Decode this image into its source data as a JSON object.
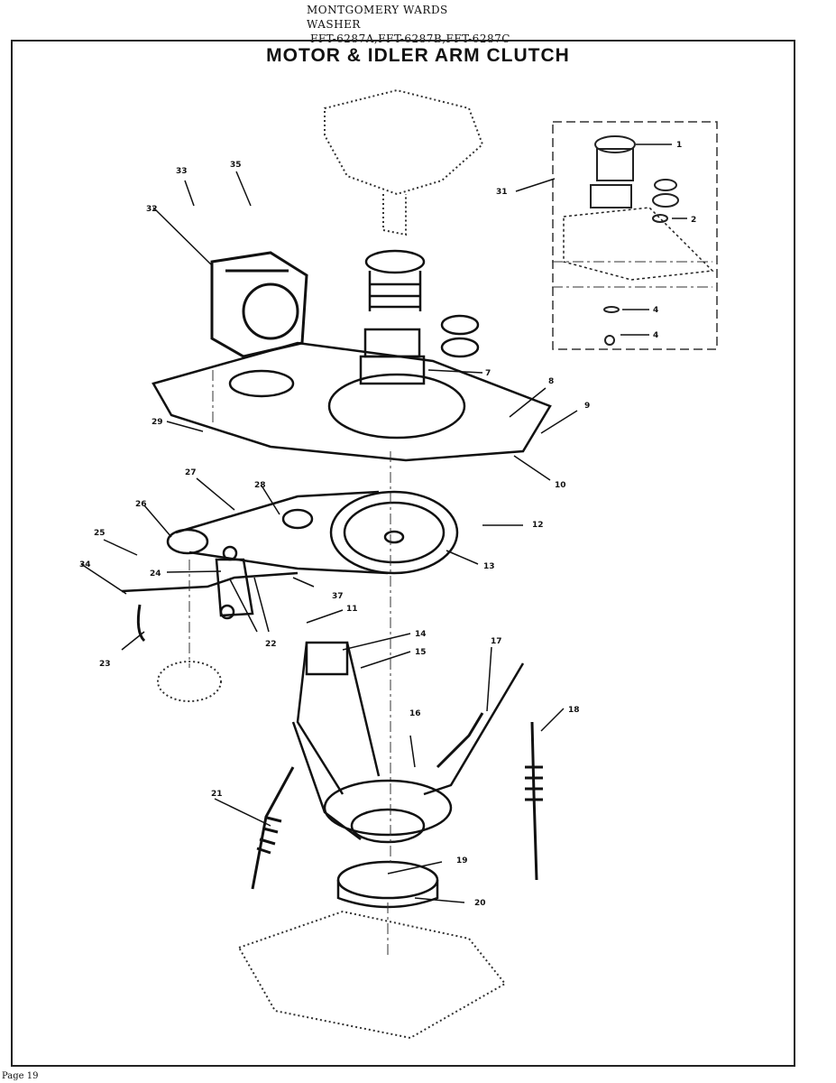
{
  "header": {
    "brand": "MONTGOMERY WARDS",
    "product": "WASHER",
    "models": "FFT-6287A,FFT-6287B,FFT-6287C"
  },
  "title": "MOTOR & IDLER ARM CLUTCH",
  "footer": "Page 19",
  "callouts": [
    "1",
    "2",
    "4",
    "4",
    "7",
    "8",
    "9",
    "10",
    "11",
    "12",
    "13",
    "14",
    "15",
    "16",
    "17",
    "18",
    "19",
    "20",
    "21",
    "22",
    "23",
    "24",
    "25",
    "26",
    "27",
    "28",
    "29",
    "31",
    "32",
    "33",
    "34",
    "35",
    "37"
  ]
}
